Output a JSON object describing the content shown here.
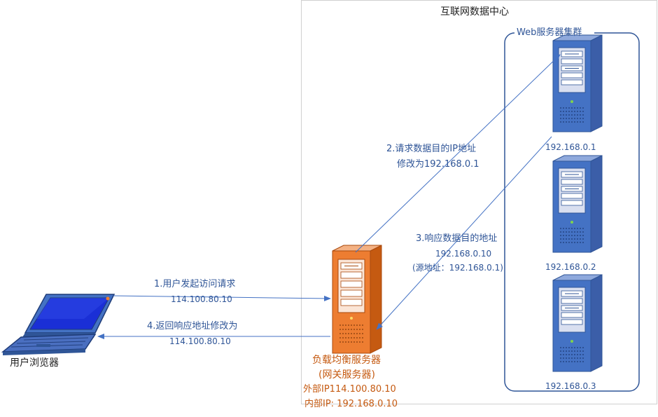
{
  "datacenter": {
    "title": "互联网数据中心"
  },
  "cluster": {
    "title": "Web服务器集群"
  },
  "servers": [
    {
      "ip": "192.168.0.1"
    },
    {
      "ip": "192.168.0.2"
    },
    {
      "ip": "192.168.0.3"
    }
  ],
  "load_balancer": {
    "name": "负载均衡服务器",
    "subtitle": "(网关服务器)",
    "external_ip": "外部IP114.100.80.10",
    "internal_ip": "内部IP: 192.168.0.10"
  },
  "client": {
    "name": "用户浏览器"
  },
  "steps": {
    "step1": {
      "label": "1.用户发起访问请求",
      "ip": "114.100.80.10"
    },
    "step2": {
      "label": "2.请求数据目的IP地址",
      "detail": "修改为192.168.0.1"
    },
    "step3": {
      "label": "3.响应数据目的地址",
      "ip": "192.168.0.10",
      "source": "(源地址：192.168.0.1)"
    },
    "step4": {
      "label": "4.返回响应地址修改为",
      "ip": "114.100.80.10"
    }
  },
  "colors": {
    "server_blue": "#4472c4",
    "server_dark": "#2f5597",
    "lb_orange": "#ed7d31",
    "lb_dark": "#c55a11",
    "arrow": "#4472c4"
  }
}
